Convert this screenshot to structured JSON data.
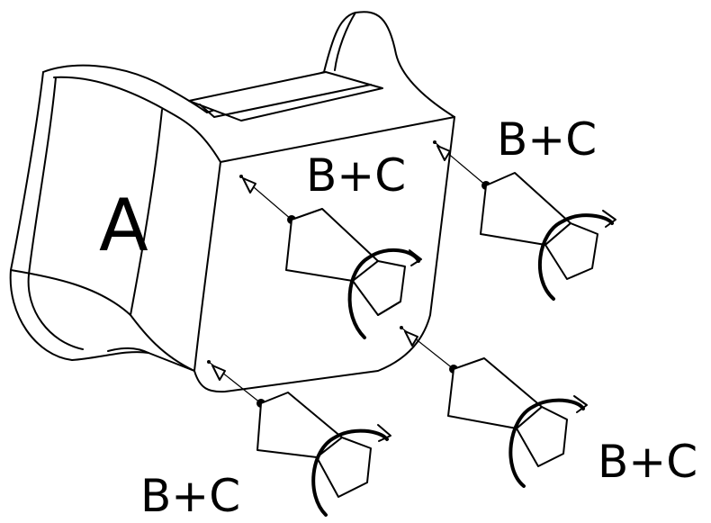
{
  "figure": {
    "part_label": "A",
    "tool_labels": [
      "B+C",
      "B+C",
      "B+C",
      "B+C"
    ]
  },
  "colors": {
    "line": "#000000",
    "background": "#ffffff"
  }
}
